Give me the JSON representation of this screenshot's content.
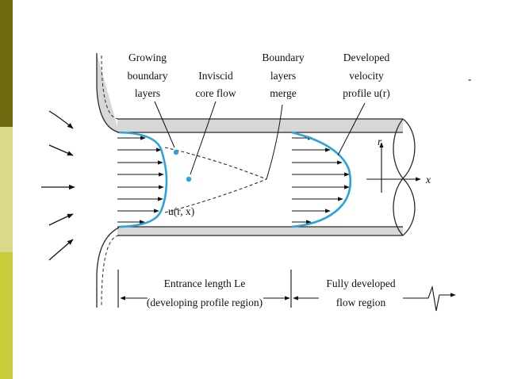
{
  "colors": {
    "bar_top": "#6e6a0e",
    "bar_mid": "#d9d98a",
    "bar_bottom": "#c7cc3a",
    "profile": "#2aa3dc",
    "pipe_fill": "#d7d7d7",
    "pipe_stroke": "#2a2a2a"
  },
  "labels": {
    "growing": [
      "Growing",
      "boundary",
      "layers"
    ],
    "inviscid": [
      "Inviscid",
      "core flow"
    ],
    "merge": [
      "Boundary",
      "layers",
      "merge"
    ],
    "developed": [
      "Developed",
      "velocity",
      "profile u(r)"
    ],
    "u_rx": "u(r, x)",
    "axis_r": "r",
    "axis_x": "x",
    "entrance": [
      "Entrance length Le",
      "(developing profile region)"
    ],
    "fully": [
      "Fully developed",
      "flow region"
    ],
    "dash_mark": "-"
  }
}
